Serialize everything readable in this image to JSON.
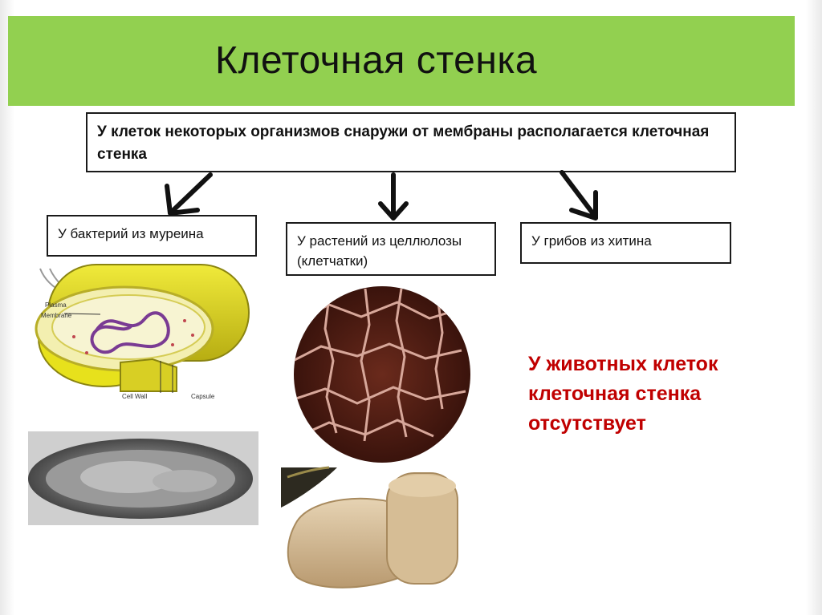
{
  "slide": {
    "title": "Клеточная стенка",
    "intro": "У  клеток некоторых организмов снаружи от мембраны располагается клеточная стенка",
    "boxes": {
      "bacteria": "У бактерий из муреина",
      "plants": "У растений из целлюлозы (клетчатки)",
      "fungi": "У грибов из хитина"
    },
    "animal_note": "У животных клеток клеточная стенка отсутствует",
    "diagram_labels": {
      "plasma": "Plasma",
      "membrane": "Membrane",
      "cell_wall": "Cell Wall",
      "capsule": "Capsule"
    }
  },
  "colors": {
    "title_bar": "#92d050",
    "animal_text": "#c00000"
  }
}
